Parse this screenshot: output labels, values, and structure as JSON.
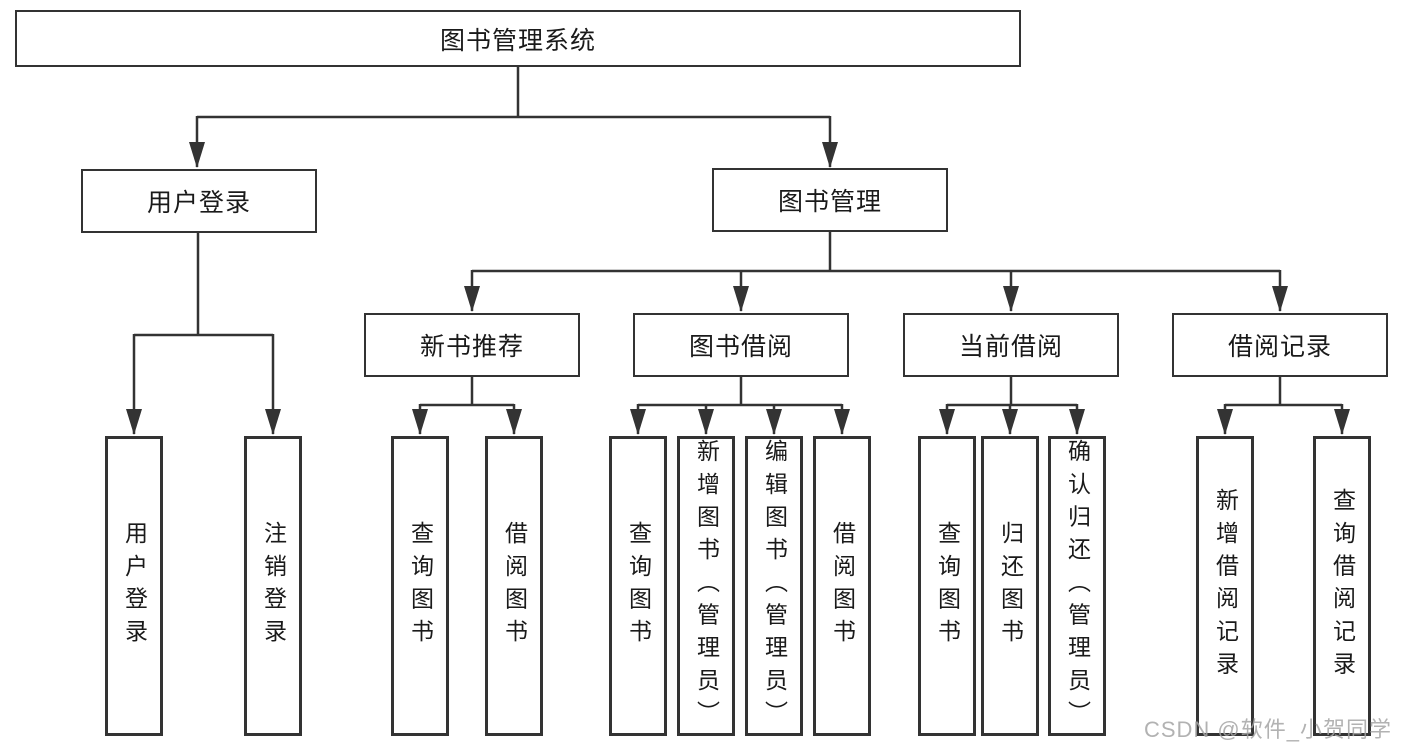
{
  "diagram": {
    "title": "图书管理系统",
    "branches": [
      {
        "label": "用户登录",
        "children": [
          "用户登录",
          "注销登录"
        ]
      },
      {
        "label": "图书管理",
        "sections": [
          {
            "label": "新书推荐",
            "children": [
              "查询图书",
              "借阅图书"
            ]
          },
          {
            "label": "图书借阅",
            "children": [
              "查询图书",
              "新增图书（管理员）",
              "编辑图书（管理员）",
              "借阅图书"
            ]
          },
          {
            "label": "当前借阅",
            "children": [
              "查询图书",
              "归还图书",
              "确认归还（管理员）"
            ]
          },
          {
            "label": "借阅记录",
            "children": [
              "新增借阅记录",
              "查询借阅记录"
            ]
          }
        ]
      }
    ],
    "colors": {
      "line": "#333333",
      "text": "#1a1a1a",
      "background": "#ffffff",
      "watermark": "#a4a4a4"
    },
    "watermark": "CSDN @软件_小贺同学"
  }
}
